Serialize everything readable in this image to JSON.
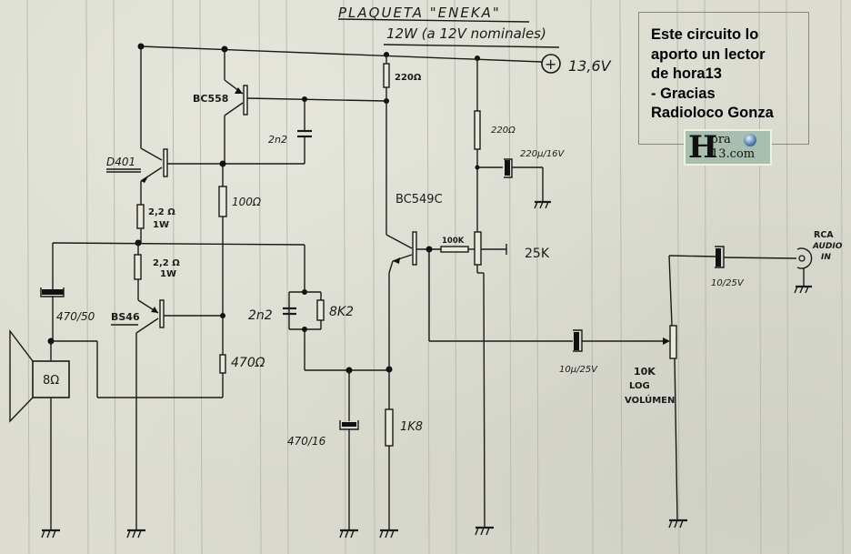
{
  "title": {
    "line1": "PLAQUETA \"ENEKA\"",
    "line2": "12W (a 12V nominales)"
  },
  "supply": {
    "symbol": "+",
    "voltage": "13,6V"
  },
  "credit": {
    "lines": [
      "Este circuito lo",
      "aporto un lector",
      "de hora13",
      "- Gracias",
      "Radioloco Gonza"
    ],
    "logo": {
      "big_letter": "H",
      "line1": "ora",
      "line2": "13.com"
    }
  },
  "components": {
    "q_bc558": "BC558",
    "q_d401": "D401",
    "q_bs46": "BS46",
    "q_bc549c": "BC549C",
    "c_2n2_top": "2n2",
    "c_2n2_fb": "2n2",
    "r_100": "100Ω",
    "r_2r2_top": "2,2 Ω",
    "r_2r2_top_w": "1W",
    "r_2r2_bot": "2,2 Ω",
    "r_2r2_bot_w": "1W",
    "r_470": "470Ω",
    "r_8k2": "8K2",
    "r_220_a": "220Ω",
    "r_220_b": "220Ω",
    "c_220u": "220µ/16V",
    "r_100k": "100K",
    "trim_25k": "25K",
    "c_470_50": "470/50",
    "speaker": "8Ω",
    "c_470_16": "470/16",
    "r_1k8": "1K8",
    "c_10u_25v_a": "10µ/25V",
    "c_10_25v_b": "10/25V",
    "pot_value": "10K",
    "pot_type": "LOG",
    "pot_name": "VOLÚMEN",
    "rca_1": "RCA",
    "rca_2": "AUDIO",
    "rca_3": "IN"
  }
}
